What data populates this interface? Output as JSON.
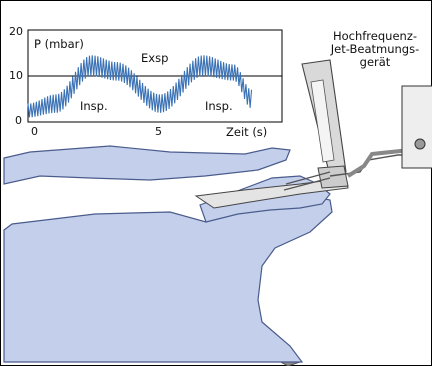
{
  "device_label_lines": [
    "Hochfrequenz-",
    "Jet-Beatmungs-",
    "gerät"
  ],
  "chart_data": {
    "type": "line",
    "ylabel": "P (mbar)",
    "xlabel": "Zeit (s)",
    "xlim": [
      0,
      10
    ],
    "ylim": [
      0,
      20
    ],
    "yticks": [
      "0",
      "10",
      "20"
    ],
    "xticks": [
      "0",
      "5"
    ],
    "reference_line": 10,
    "annotations": [
      "Exsp",
      "Insp.",
      "Insp."
    ],
    "series": [
      {
        "envelope_upper": [
          [
            0,
            4
          ],
          [
            1.1,
            6
          ],
          [
            2.5,
            14.5
          ],
          [
            3.5,
            13
          ],
          [
            5.2,
            6
          ],
          [
            6.9,
            14.5
          ],
          [
            8.1,
            12.5
          ],
          [
            8.8,
            7
          ]
        ],
        "envelope_lower": [
          [
            0,
            1
          ],
          [
            1.1,
            2
          ],
          [
            2.5,
            10
          ],
          [
            3.5,
            9
          ],
          [
            5.2,
            2
          ],
          [
            6.9,
            10
          ],
          [
            8.1,
            9
          ],
          [
            8.8,
            3
          ]
        ]
      }
    ],
    "grid": false,
    "colors": {
      "signal": "#3b72b5",
      "axis": "#000000"
    }
  },
  "colors": {
    "patient_fill": "#c3cfeb",
    "patient_stroke": "#4a5c8c",
    "table": "#8a8a8a",
    "device_fill": "#eeeeee"
  }
}
